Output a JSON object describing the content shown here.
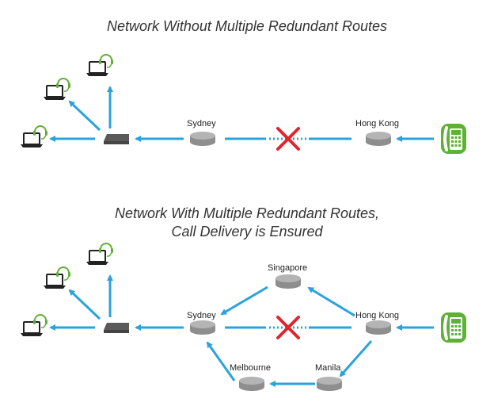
{
  "diagram1": {
    "title": "Network Without Multiple Redundant Routes",
    "nodes": {
      "sydney": "Sydney",
      "hongkong": "Hong Kong"
    }
  },
  "diagram2": {
    "title_line1": "Network With Multiple Redundant Routes,",
    "title_line2": "Call Delivery is Ensured",
    "nodes": {
      "singapore": "Singapore",
      "sydney": "Sydney",
      "hongkong": "Hong Kong",
      "melbourne": "Melbourne",
      "manila": "Manila"
    }
  },
  "colors": {
    "arrow": "#29a3dc",
    "router": "#9a9a9a",
    "switch": "#5a5a5a",
    "x_mark": "#e0252e",
    "phone": "#5fb036",
    "headset": "#5fb036",
    "laptop": "#222222"
  }
}
